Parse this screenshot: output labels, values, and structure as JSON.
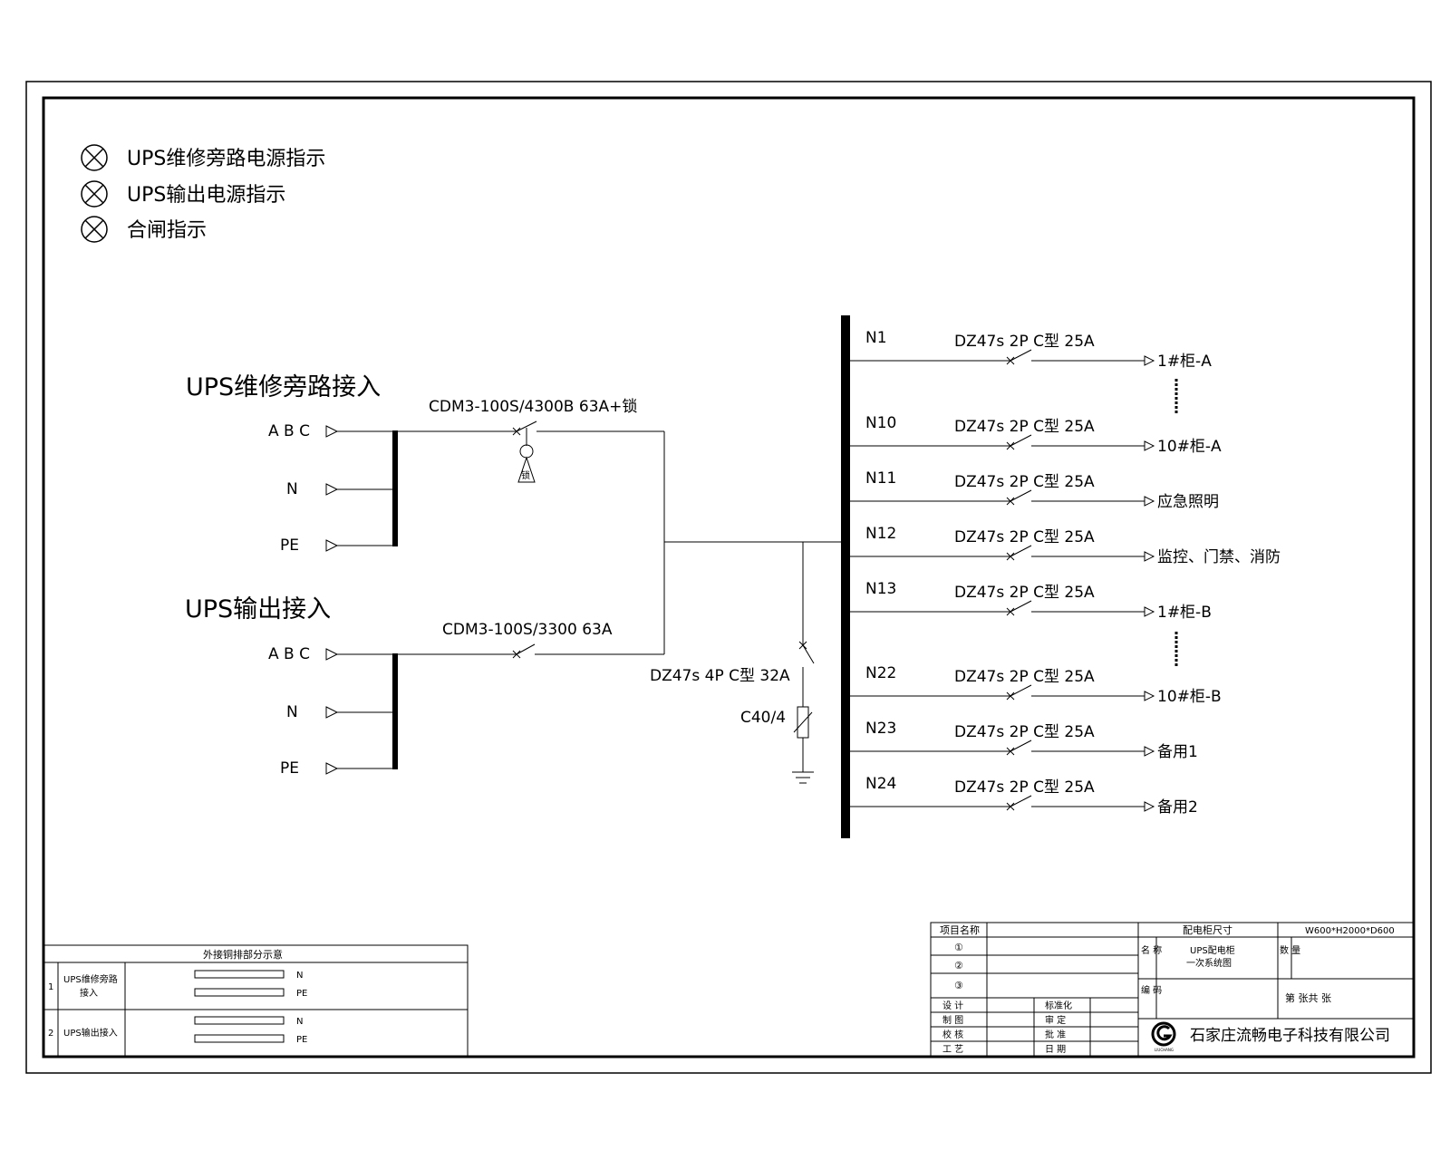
{
  "legend": [
    {
      "label": "UPS维修旁路电源指示"
    },
    {
      "label": "UPS输出电源指示"
    },
    {
      "label": "合闸指示"
    }
  ],
  "inputs": {
    "bypass": {
      "title": "UPS维修旁路接入",
      "breaker": "CDM3-100S/4300B 63A+锁",
      "lock_mark": "锁",
      "terminals": [
        "A B C",
        "N",
        "PE"
      ]
    },
    "output": {
      "title": "UPS输出接入",
      "breaker": "CDM3-100S/3300 63A",
      "terminals": [
        "A B C",
        "N",
        "PE"
      ]
    }
  },
  "spd": {
    "breaker": "DZ47s 4P C型 32A",
    "arrester": "C40/4"
  },
  "feeders": [
    {
      "id": "N1",
      "breaker": "DZ47s 2P C型 25A",
      "load": "1#柜-A"
    },
    {
      "id": "N10",
      "breaker": "DZ47s 2P C型 25A",
      "load": "10#柜-A"
    },
    {
      "id": "N11",
      "breaker": "DZ47s 2P C型 25A",
      "load": "应急照明"
    },
    {
      "id": "N12",
      "breaker": "DZ47s 2P C型 25A",
      "load": "监控、门禁、消防"
    },
    {
      "id": "N13",
      "breaker": "DZ47s 2P C型 25A",
      "load": "1#柜-B"
    },
    {
      "id": "N22",
      "breaker": "DZ47s 2P C型 25A",
      "load": "10#柜-B"
    },
    {
      "id": "N23",
      "breaker": "DZ47s 2P C型 25A",
      "load": "备用1"
    },
    {
      "id": "N24",
      "breaker": "DZ47s 2P C型 25A",
      "load": "备用2"
    }
  ],
  "busbar_table": {
    "title": "外接铜排部分示意",
    "rows": [
      {
        "no": "1",
        "name_line1": "UPS维修旁路",
        "name_line2": "接入",
        "bars": [
          "N",
          "PE"
        ]
      },
      {
        "no": "2",
        "name_line1": "UPS输出接入",
        "name_line2": "",
        "bars": [
          "N",
          "PE"
        ]
      }
    ]
  },
  "title_block": {
    "project_name_label": "项目名称",
    "project_name": "",
    "cabinet_size_label": "配电柜尺寸",
    "cabinet_size": "W600*H2000*D600",
    "items": [
      "①",
      "②",
      "③"
    ],
    "name_label": "名 称",
    "name_value_line1": "UPS配电柜",
    "name_value_line2": "一次系统图",
    "qty_label": "数 量",
    "code_label": "编 码",
    "sheet_text": "第    张共    张",
    "roles_left": [
      "设  计",
      "制  图",
      "校  核",
      "工  艺"
    ],
    "roles_right": [
      "标准化",
      "审  定",
      "批  准",
      "日  期"
    ],
    "company": "石家庄流畅电子科技有限公司",
    "logo_text": "LIUCHANG"
  }
}
